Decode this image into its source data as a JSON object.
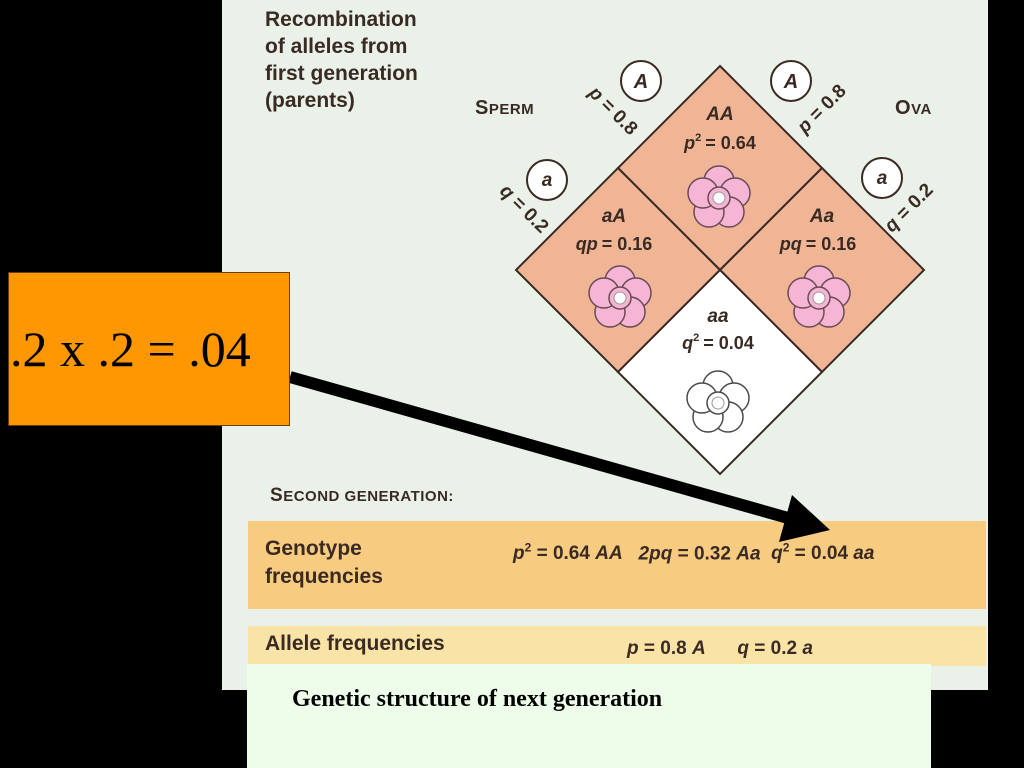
{
  "heading": {
    "line1": "Recombination",
    "line2": "of alleles from",
    "line3": "first generation",
    "line4": "(parents)"
  },
  "sperm_label": {
    "first": "S",
    "rest": "PERM"
  },
  "ova_label": {
    "first": "O",
    "rest": "VA"
  },
  "allele_circles": {
    "sperm_A": "A",
    "ova_A": "A",
    "sperm_a": "a",
    "ova_a": "a"
  },
  "side_labels": {
    "sperm_p": "p = 0.8",
    "ova_p": "p = 0.8",
    "sperm_q": "q = 0.2",
    "ova_q": "q = 0.2"
  },
  "cells": {
    "AA": {
      "genotype": "AA",
      "freq_var": "p",
      "freq_val": "= 0.64"
    },
    "aA": {
      "genotype": "aA",
      "freq_var": "qp",
      "freq_val": "= 0.16"
    },
    "Aa": {
      "genotype": "Aa",
      "freq_var": "pq",
      "freq_val": "= 0.16"
    },
    "aa": {
      "genotype": "aa",
      "freq_var": "q",
      "freq_val": "= 0.04"
    }
  },
  "second_generation": {
    "title_first": "S",
    "title_rest": "ECOND GENERATION:",
    "genotype_label_line1": "Genotype",
    "genotype_label_line2": "frequencies",
    "genotype_values": {
      "AA": {
        "var": "p",
        "sup": "2",
        "val": "= 0.64",
        "geno": "AA"
      },
      "Aa": {
        "var": "2pq",
        "val": "= 0.32",
        "geno": "Aa"
      },
      "aa": {
        "var": "q",
        "sup": "2",
        "val": "= 0.04",
        "geno": "aa"
      }
    },
    "allele_label": "Allele frequencies",
    "allele_values": {
      "p": {
        "var": "p",
        "val": "= 0.8",
        "allele": "A"
      },
      "q": {
        "var": "q",
        "val": "= 0.2",
        "allele": "a"
      }
    }
  },
  "caption": "Genetic structure of next generation",
  "calculation": ".2 x .2 = .04",
  "colors": {
    "heterozygote_fill": "#f0b595",
    "recessive_fill": "#ffffff",
    "flower_pink": "#f7b5d5",
    "genotype_band": "#f8cc80",
    "allele_band": "#fae3a6",
    "callout": "#ff9800"
  }
}
